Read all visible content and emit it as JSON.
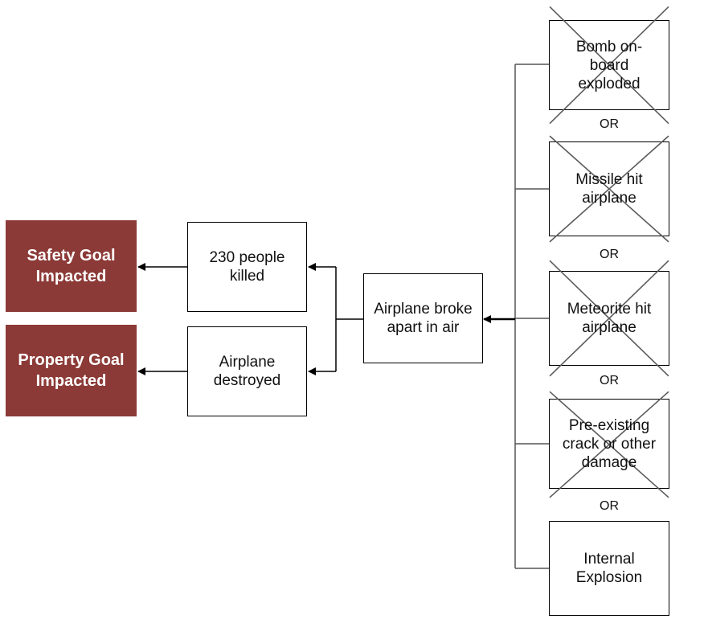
{
  "goals": {
    "safety": "Safety Goal\nImpacted",
    "property": "Property Goal\nImpacted"
  },
  "consequences": {
    "people_killed": "230 people\nkilled",
    "airplane_destroyed": "Airplane\ndestroyed"
  },
  "central_event": "Airplane broke\napart in air",
  "causes": [
    {
      "label": "Bomb on-\nboard\nexploded",
      "crossed_out": true
    },
    {
      "label": "Missile hit\nairplane",
      "crossed_out": true
    },
    {
      "label": "Meteorite  hit\nairplane",
      "crossed_out": true
    },
    {
      "label": "Pre-existing\ncrack or other\ndamage",
      "crossed_out": true
    },
    {
      "label": "Internal\nExplosion",
      "crossed_out": false
    }
  ],
  "or_labels": [
    "OR",
    "OR",
    "OR",
    "OR"
  ],
  "colors": {
    "goal_fill": "#8c3a37",
    "goal_text": "#ffffff",
    "cross_mark": "#5a5a5a"
  }
}
